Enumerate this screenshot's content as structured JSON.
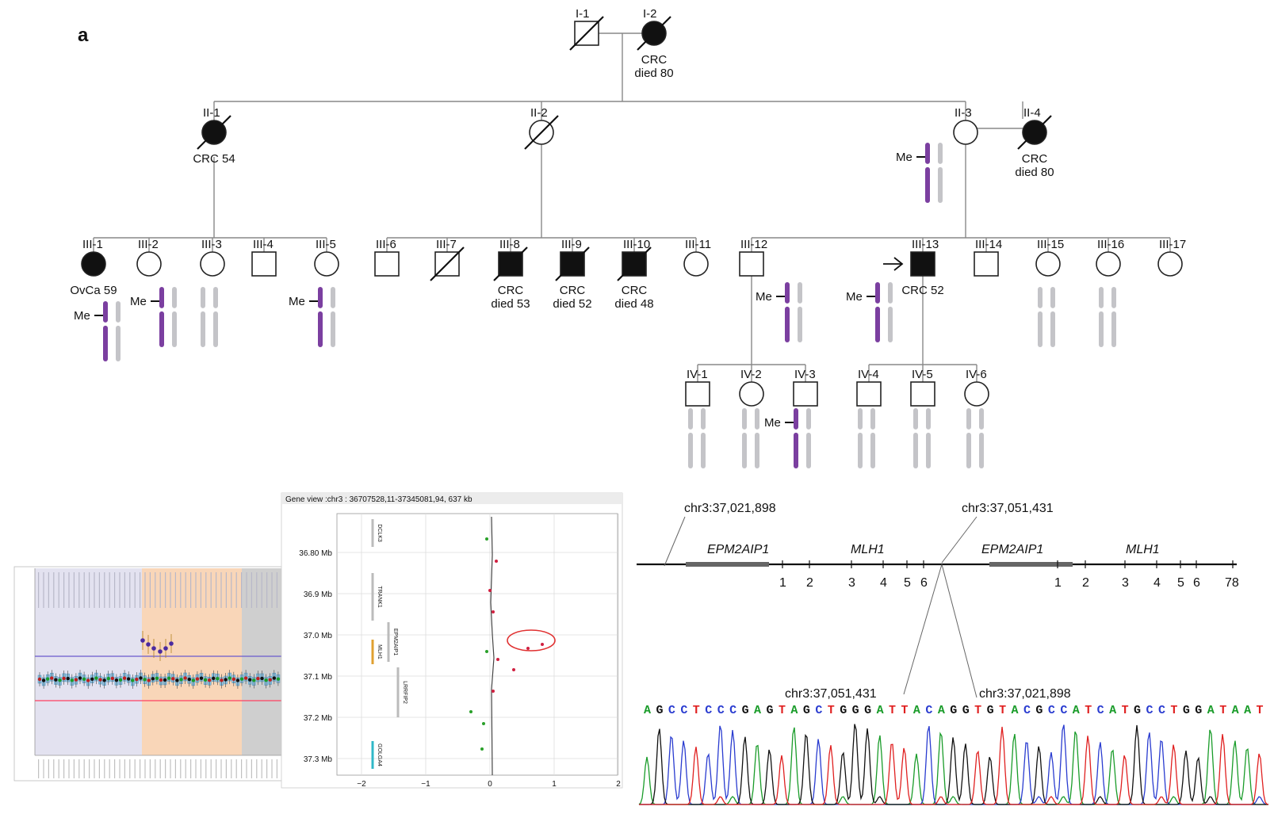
{
  "panel_label": "a",
  "pedigree": {
    "individuals": [
      {
        "id": "I-1",
        "sex": "male",
        "affected": false,
        "deceased": true
      },
      {
        "id": "I-2",
        "sex": "female",
        "affected": true,
        "deceased": true,
        "dx": [
          "CRC",
          "died 80"
        ]
      },
      {
        "id": "II-1",
        "sex": "female",
        "affected": true,
        "deceased": true,
        "dx": [
          "CRC 54"
        ]
      },
      {
        "id": "II-2",
        "sex": "female",
        "affected": false,
        "deceased": true
      },
      {
        "id": "II-3",
        "sex": "female",
        "affected": false,
        "deceased": false,
        "methylated": true
      },
      {
        "id": "II-4",
        "sex": "female",
        "affected": true,
        "deceased": true,
        "dx": [
          "CRC",
          "died 80"
        ]
      },
      {
        "id": "III-1",
        "sex": "female",
        "affected": true,
        "deceased": false,
        "dx": [
          "OvCa 59"
        ],
        "methylated": true
      },
      {
        "id": "III-2",
        "sex": "female",
        "affected": false,
        "deceased": false,
        "methylated": true
      },
      {
        "id": "III-3",
        "sex": "female",
        "affected": false,
        "deceased": false,
        "methylated": false
      },
      {
        "id": "III-4",
        "sex": "male",
        "affected": false,
        "deceased": false
      },
      {
        "id": "III-5",
        "sex": "female",
        "affected": false,
        "deceased": false,
        "methylated": true
      },
      {
        "id": "III-6",
        "sex": "male",
        "affected": false,
        "deceased": false
      },
      {
        "id": "III-7",
        "sex": "male",
        "affected": false,
        "deceased": true
      },
      {
        "id": "III-8",
        "sex": "male",
        "affected": true,
        "deceased": true,
        "dx": [
          "CRC",
          "died 53"
        ]
      },
      {
        "id": "III-9",
        "sex": "male",
        "affected": true,
        "deceased": true,
        "dx": [
          "CRC",
          "died 52"
        ]
      },
      {
        "id": "III-10",
        "sex": "male",
        "affected": true,
        "deceased": true,
        "dx": [
          "CRC",
          "died 48"
        ]
      },
      {
        "id": "III-11",
        "sex": "female",
        "affected": false,
        "deceased": false
      },
      {
        "id": "III-12",
        "sex": "male",
        "affected": false,
        "deceased": false,
        "methylated": true
      },
      {
        "id": "III-13",
        "sex": "male",
        "affected": true,
        "deceased": false,
        "dx": [
          "CRC 52"
        ],
        "methylated": true,
        "proband": true
      },
      {
        "id": "III-14",
        "sex": "male",
        "affected": false,
        "deceased": false
      },
      {
        "id": "III-15",
        "sex": "female",
        "affected": false,
        "deceased": false,
        "methylated": false
      },
      {
        "id": "III-16",
        "sex": "female",
        "affected": false,
        "deceased": false,
        "methylated": false
      },
      {
        "id": "III-17",
        "sex": "female",
        "affected": false,
        "deceased": false
      },
      {
        "id": "IV-1",
        "sex": "male",
        "affected": false,
        "deceased": false,
        "methylated": false
      },
      {
        "id": "IV-2",
        "sex": "female",
        "affected": false,
        "deceased": false,
        "methylated": false
      },
      {
        "id": "IV-3",
        "sex": "male",
        "affected": false,
        "deceased": false,
        "methylated": true
      },
      {
        "id": "IV-4",
        "sex": "male",
        "affected": false,
        "deceased": false,
        "methylated": false
      },
      {
        "id": "IV-5",
        "sex": "male",
        "affected": false,
        "deceased": false,
        "methylated": false
      },
      {
        "id": "IV-6",
        "sex": "female",
        "affected": false,
        "deceased": false,
        "methylated": false
      }
    ],
    "me_label": "Me",
    "colors": {
      "methylated": "#7b3fa0",
      "normal": "#c4c4c8",
      "affected": "#111111"
    }
  },
  "array_plot": {
    "colors": {
      "region_left": "#e3e2f0",
      "region_mid": "#f9d6b8",
      "region_right": "#cfcfcf",
      "upper_threshold": "#6a5acd",
      "lower_threshold": "#ff4060"
    }
  },
  "gene_view": {
    "title": "Gene view :chr3 : 36707528,11-37345081,94, 637 kb",
    "y_ticks": [
      "36.80 Mb",
      "36.9 Mb",
      "37.0 Mb",
      "37.1 Mb",
      "37.2 Mb",
      "37.3 Mb"
    ],
    "x_ticks": [
      "−2",
      "−1",
      "0",
      "1",
      "2"
    ],
    "genes": [
      "DCLK3",
      "TRANK1",
      "MLH1",
      "EPM2AIP1",
      "LRRFIP2",
      "GOLGA4"
    ]
  },
  "duplication_map": {
    "coord_left": "chr3:37,021,898",
    "coord_right": "chr3:37,051,431",
    "gene1": "EPM2AIP1",
    "gene2": "MLH1",
    "exons_first": [
      "1",
      "2",
      "3",
      "4",
      "5",
      "6"
    ],
    "exons_second": [
      "1",
      "2",
      "3",
      "4",
      "5",
      "6",
      "78"
    ],
    "junction_left": "chr3:37,051,431",
    "junction_right": "chr3:37,021,898"
  },
  "sequence": {
    "bases": "AGCCTCCCGAGTAGCTGGGATTACAGGTGTACGCCATCATGCCTGGATAAT",
    "colors": {
      "A": "#1a9c2a",
      "C": "#2a3cd0",
      "G": "#111111",
      "T": "#e02020"
    }
  }
}
